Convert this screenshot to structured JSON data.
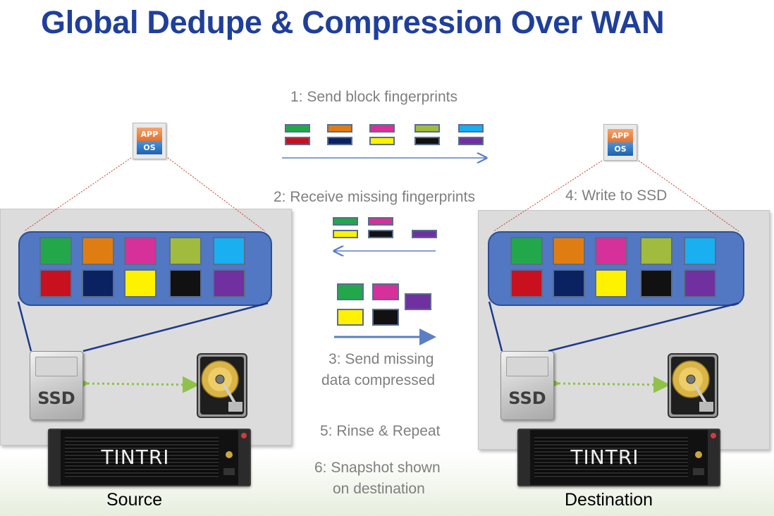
{
  "title": "Global Dedupe & Compression Over WAN",
  "steps": {
    "step1": "1: Send block fingerprints",
    "step2": "2: Receive missing fingerprints",
    "step3_line1": "3: Send missing",
    "step3_line2": "data compressed",
    "step4": "4: Write to SSD",
    "step5": "5: Rinse & Repeat",
    "step6_line1": "6: Snapshot  shown",
    "step6_line2": "on destination"
  },
  "source": {
    "caption": "Source",
    "ssd_label": "SSD",
    "brand": "TINTRI",
    "app_label": "APP",
    "os_label": "OS"
  },
  "destination": {
    "caption": "Destination",
    "ssd_label": "SSD",
    "brand": "TINTRI",
    "app_label": "APP",
    "os_label": "OS"
  },
  "block_colors": [
    "#22a84a",
    "#e07d12",
    "#d6309a",
    "#a0bb3e",
    "#1aaff0",
    "#c8101e",
    "#0b2262",
    "#fff200",
    "#111111",
    "#7030a0"
  ],
  "missing_colors": [
    "#22a84a",
    "#d6309a",
    "#7030a0",
    "#fff200",
    "#111111"
  ],
  "colors": {
    "title": "#1f3f9a",
    "panel": "#dcdcdc",
    "block_group": "#5277c3",
    "arrow": "#5b7fc4",
    "dashed_link": "#8fc24a",
    "callout": "#c0392b"
  }
}
